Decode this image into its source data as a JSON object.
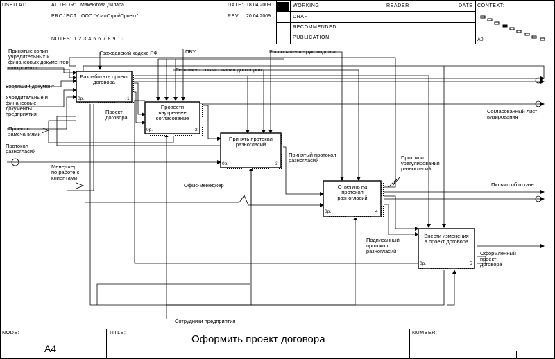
{
  "header": {
    "used_at": "USED AT:",
    "author_label": "AUTHOR:",
    "author": "Макеютова Дилара",
    "project_label": "PROJECT:",
    "project": "ООО \"УралСтройПроект\"",
    "date_label": "DATE:",
    "date": "18.04.2009",
    "rev_label": "REV:",
    "rev": "20.04.2009",
    "notes": "NOTES: 1 2 3 4 5 6 7 8 9 10",
    "status": [
      "WORKING",
      "DRAFT",
      "RECOMMENDED",
      "PUBLICATION"
    ],
    "reader": "READER",
    "reader_date": "DATE",
    "context": "CONTEXT:",
    "context_node": "A0"
  },
  "footer": {
    "node_label": "NODE:",
    "node": "A4",
    "title_label": "TITLE:",
    "title": "Оформить проект договора",
    "number_label": "NUMBER:"
  },
  "boxes": [
    {
      "title": "Разработать проект договора",
      "cost": "0р.",
      "num": "1"
    },
    {
      "title": "Провести внутреннее согласование",
      "cost": "0р.",
      "num": "2"
    },
    {
      "title": "Принять протокол разногласий",
      "cost": "0р.",
      "num": "3"
    },
    {
      "title": "Ответить на протокол разногласий",
      "cost": "0р.",
      "num": "4"
    },
    {
      "title": "Внести изменения в проект договора",
      "cost": "0р.",
      "num": "5"
    }
  ],
  "arrows": {
    "copies": "Принятые копии учредительных и финансовых документов контрагента",
    "incoming": "Входящий документ",
    "own_docs": "Учредительные и финансовые документы предприятия",
    "project_remarks": "Проект с замечаниями",
    "protocol_in": "Протокол разногласий",
    "manager": "Менеджер по работе с клиентами",
    "civil_code": "Гражданский кодекс РФ",
    "pvu": "ПВУ",
    "order": "Распоряжение руководства",
    "regulation": "Регламент согласования договоров",
    "draft": "Проект договора",
    "accepted_protocol": "Принятый протокол разногласий",
    "settlement_protocol": "Протокол урегулирования разногласий",
    "office_manager": "Офис-менеджер",
    "agreed_list": "Согласованный лист визирования",
    "refusal": "Письмо об отказе",
    "signed_protocol": "Подписанный протокол разногласий",
    "formatted": "Оформленный проект договора",
    "staff": "Сотрудники предприятия"
  }
}
